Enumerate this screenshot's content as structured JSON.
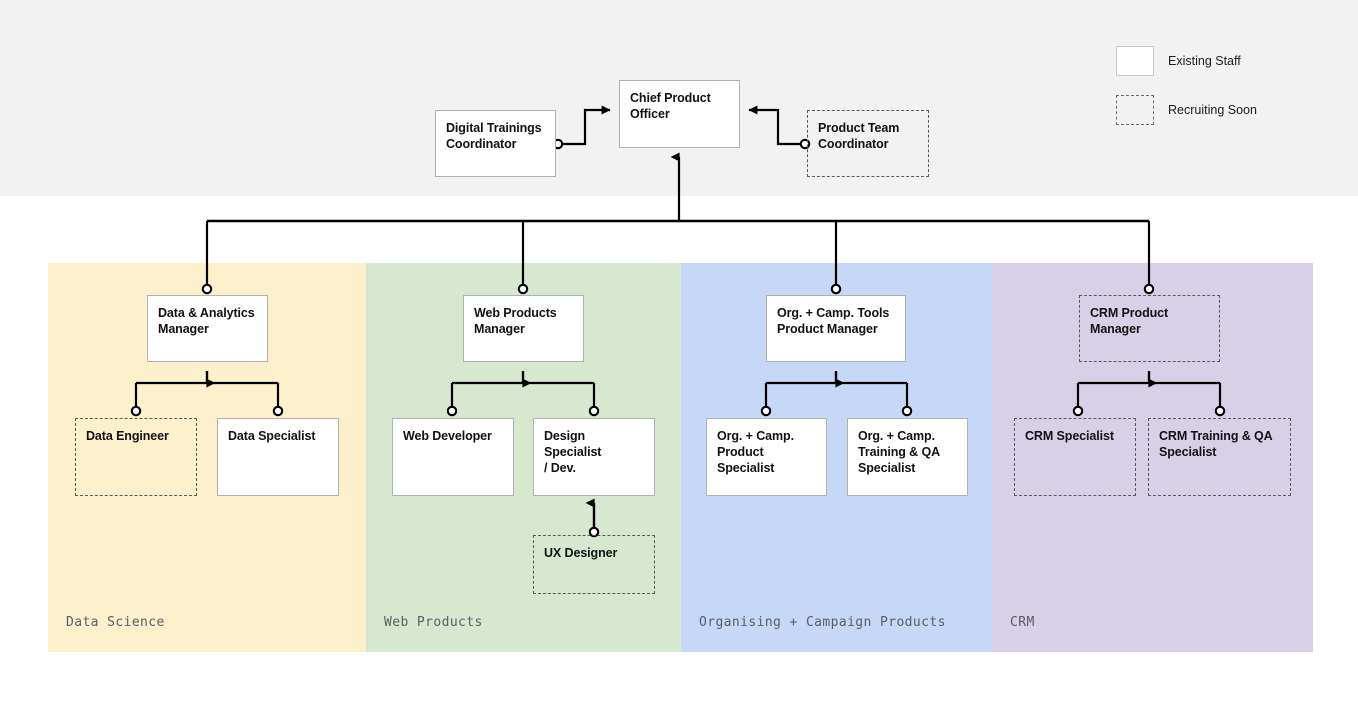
{
  "legend": {
    "items": [
      {
        "label": "Existing Staff",
        "style": "solid"
      },
      {
        "label": "Recruiting Soon",
        "style": "dashed"
      }
    ]
  },
  "top_level": {
    "chief": {
      "label": "Chief Product\nOfficer",
      "status": "existing"
    },
    "left_support": {
      "label": "Digital Trainings\nCoordinator",
      "status": "existing"
    },
    "right_support": {
      "label": "Product Team\nCoordinator",
      "status": "recruiting"
    }
  },
  "departments": [
    {
      "name": "Data Science",
      "color": "#fdf0cd",
      "manager": {
        "label": "Data & Analytics\nManager",
        "status": "existing"
      },
      "reports": [
        {
          "label": "Data Engineer",
          "status": "recruiting"
        },
        {
          "label": "Data Specialist",
          "status": "existing"
        }
      ]
    },
    {
      "name": "Web Products",
      "color": "#d8e8d0",
      "manager": {
        "label": "Web Products\nManager",
        "status": "existing"
      },
      "reports": [
        {
          "label": "Web Developer",
          "status": "existing"
        },
        {
          "label": "Design Specialist\n/ Dev.",
          "status": "existing"
        }
      ],
      "sub_reports": [
        {
          "label": "UX Designer",
          "status": "recruiting",
          "reports_to": "Design Specialist / Dev."
        }
      ]
    },
    {
      "name": "Organising + Campaign Products",
      "color": "#c6d8f7",
      "manager": {
        "label": "Org. + Camp. Tools\nProduct Manager",
        "status": "existing"
      },
      "reports": [
        {
          "label": "Org. + Camp.\nProduct\nSpecialist",
          "status": "existing"
        },
        {
          "label": "Org. + Camp.\nTraining & QA\nSpecialist",
          "status": "existing"
        }
      ]
    },
    {
      "name": "CRM",
      "color": "#d7d0e6",
      "manager": {
        "label": "CRM Product\nManager",
        "status": "recruiting"
      },
      "reports": [
        {
          "label": "CRM Specialist",
          "status": "recruiting"
        },
        {
          "label": "CRM Training & QA\nSpecialist",
          "status": "recruiting"
        }
      ]
    }
  ]
}
